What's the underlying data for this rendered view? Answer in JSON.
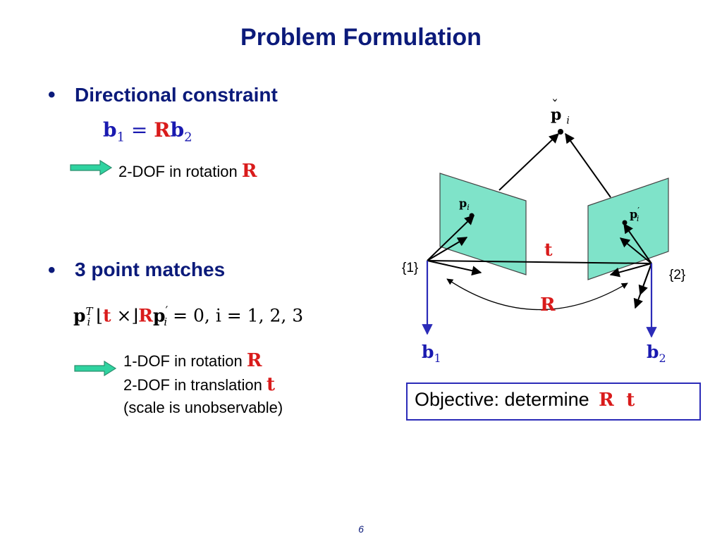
{
  "slide": {
    "title": "Problem Formulation",
    "page_number": "6"
  },
  "bullets": [
    {
      "label": "Directional constraint",
      "equation": {
        "b1": "b",
        "sub1": "1",
        "eq": " = ",
        "R": "R",
        "b2": "b",
        "sub2": "2"
      },
      "note": {
        "text": "2-DOF in rotation",
        "symbol": "R"
      }
    },
    {
      "label": "3 point matches",
      "equation": {
        "p": "p",
        "sup_T": "T",
        "sub_i": "i",
        "lb": " ⌊",
        "t": "t",
        "times": " ×⌋",
        "R": "R",
        "p2": "p",
        "prime": "′",
        "sub_i2": "i",
        "rest": " = 0, i = 1,  2,  3"
      },
      "notes": [
        {
          "text": "1-DOF in rotation",
          "symbol": "R"
        },
        {
          "text": "2-DOF in translation",
          "symbol": "t"
        },
        {
          "text": "(scale is unobservable)",
          "symbol": ""
        }
      ]
    }
  ],
  "diagram": {
    "point_label": {
      "p": "p",
      "accent": "ˇ",
      "sub": "i"
    },
    "left_image_point": {
      "p": "p",
      "sub": "i"
    },
    "right_image_point": {
      "p": "p",
      "prime": "′",
      "sub": "i"
    },
    "frame1": "{1}",
    "frame2": "{2}",
    "translation_label": "t",
    "rotation_label": "R",
    "b1": {
      "b": "b",
      "sub": "1"
    },
    "b2": {
      "b": "b",
      "sub": "2"
    }
  },
  "objective": {
    "text": "Objective: determine",
    "R": "R",
    "t": "t"
  },
  "colors": {
    "title": "#0b1a7a",
    "red": "#d91b1b",
    "blue": "#1a1ab0",
    "plane": "#7fe3c9",
    "arrow_fill": "#2fd3a0",
    "box": "#2b2bb8"
  }
}
